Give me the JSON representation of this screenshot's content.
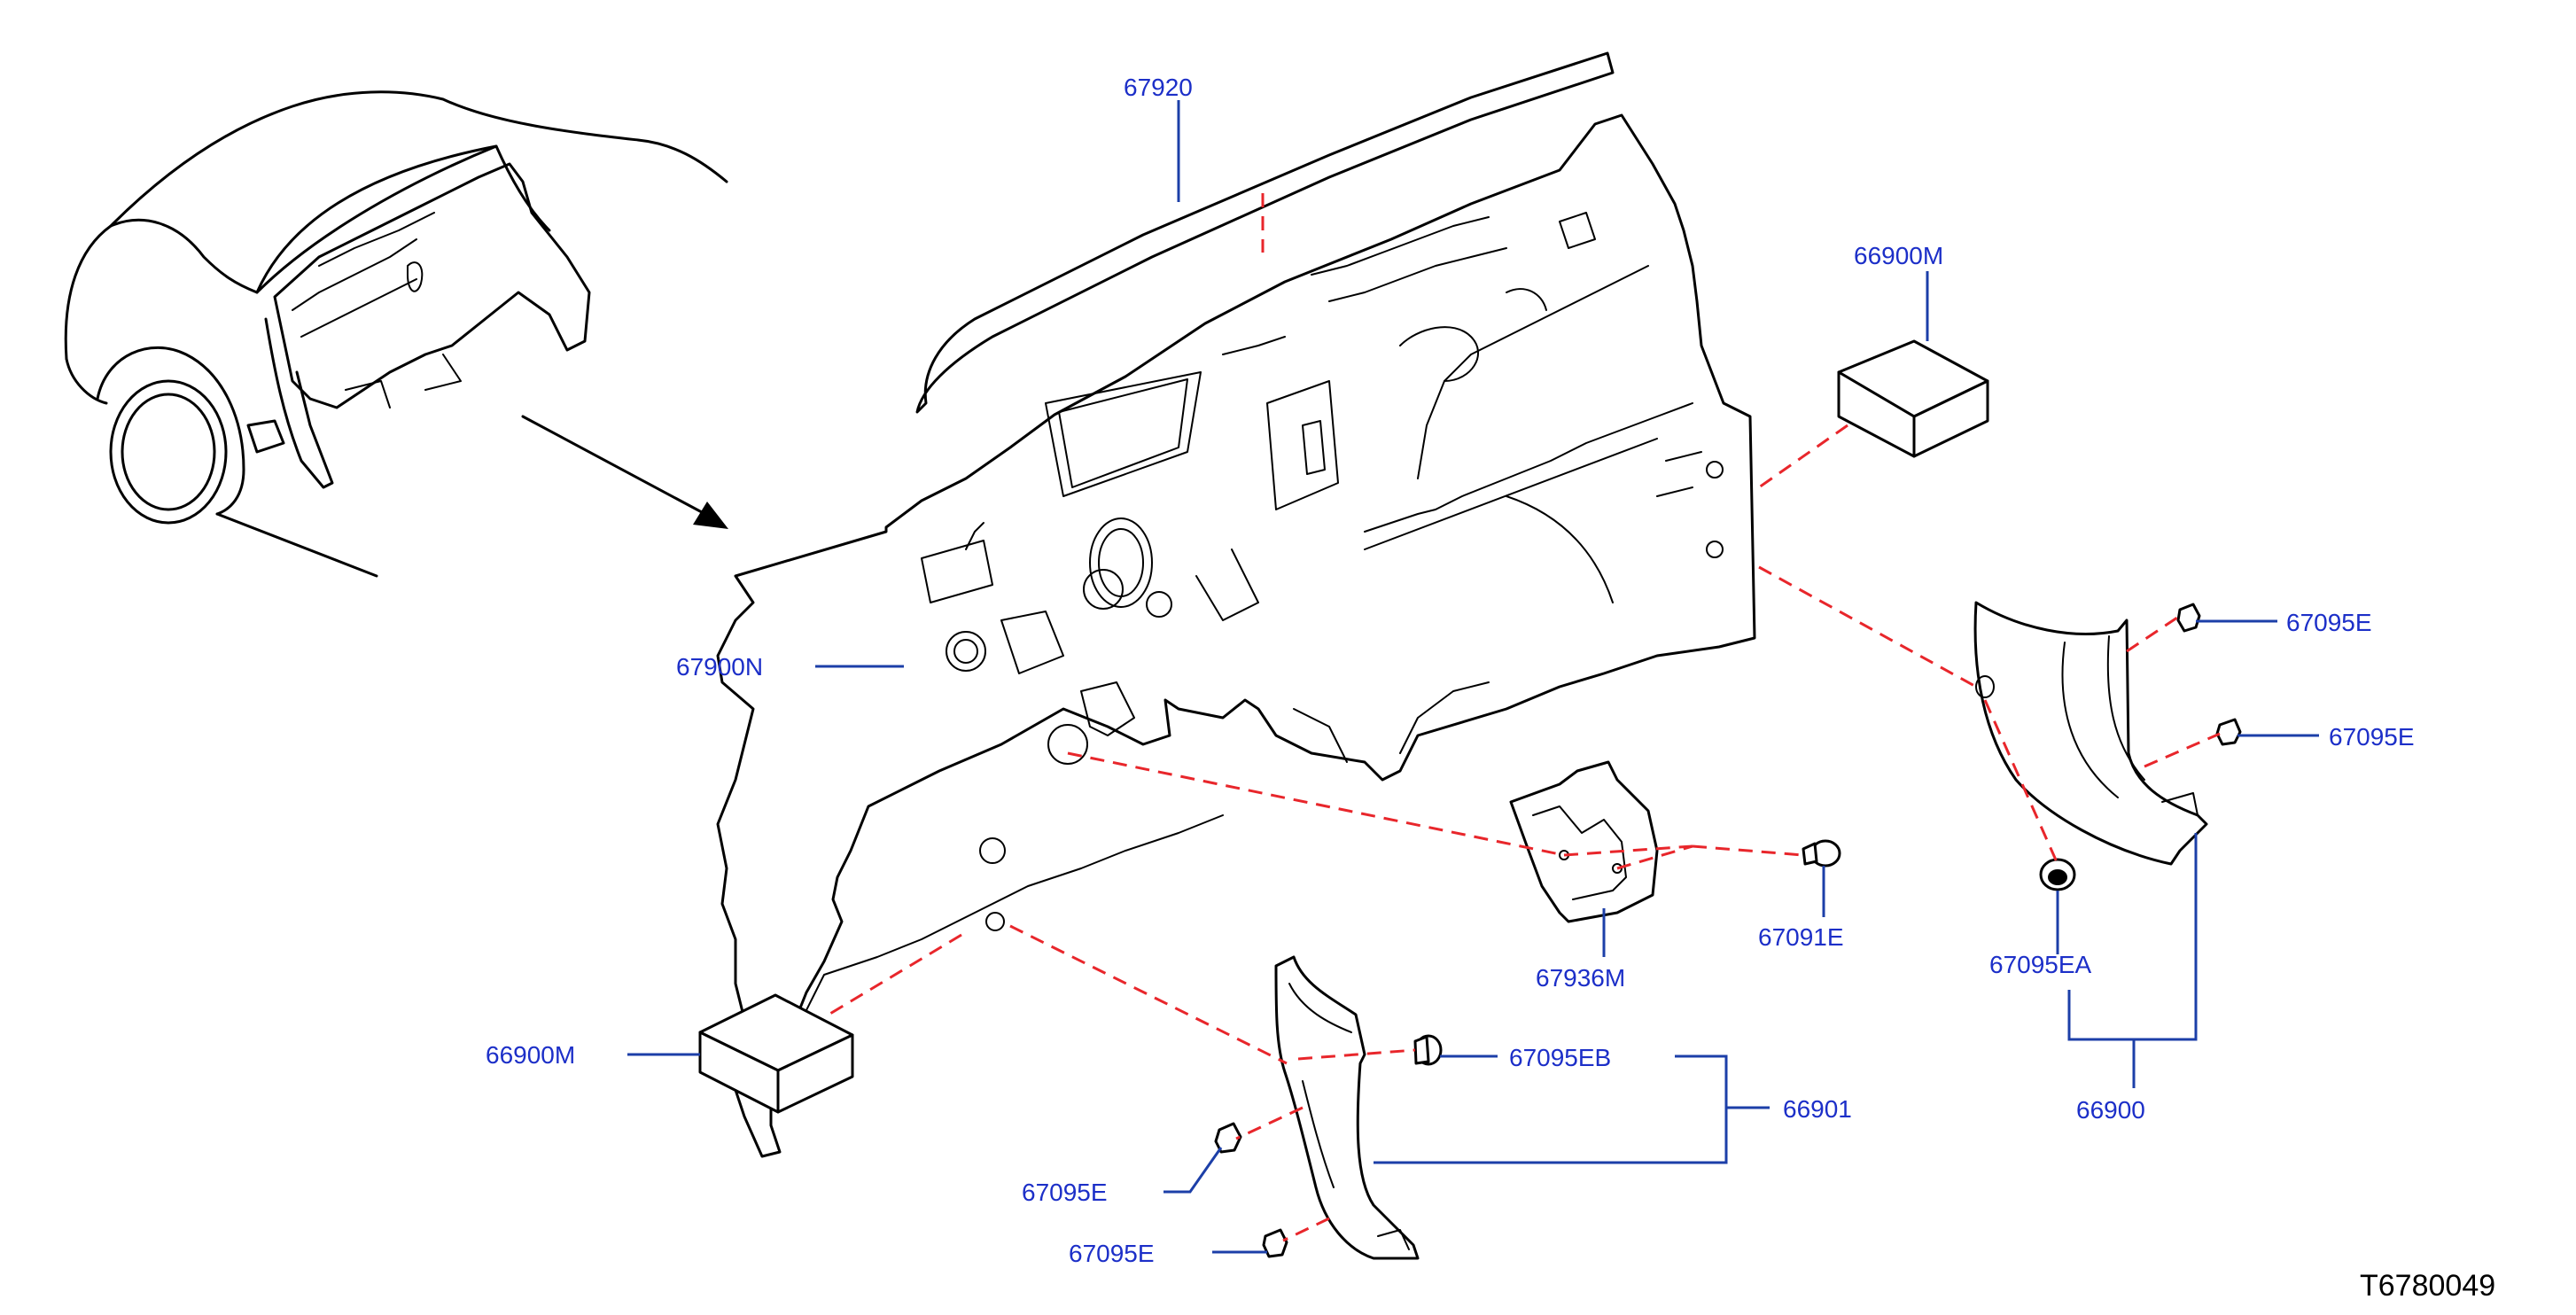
{
  "diagram_code": "T6780049",
  "colors": {
    "label": "#1c2fc8",
    "leader": "#1c3fa8",
    "guide": "#e8262b",
    "line": "#000000"
  },
  "labels": {
    "p67920": "67920",
    "p67900N": "67900N",
    "p66900M_top": "66900M",
    "p66900M_left": "66900M",
    "p67095E_1": "67095E",
    "p67095E_2": "67095E",
    "p67095E_3": "67095E",
    "p67095E_4": "67095E",
    "p67095EA": "67095EA",
    "p66900": "66900",
    "p67091E": "67091E",
    "p67936M": "67936M",
    "p67095EB": "67095EB",
    "p66901": "66901"
  }
}
